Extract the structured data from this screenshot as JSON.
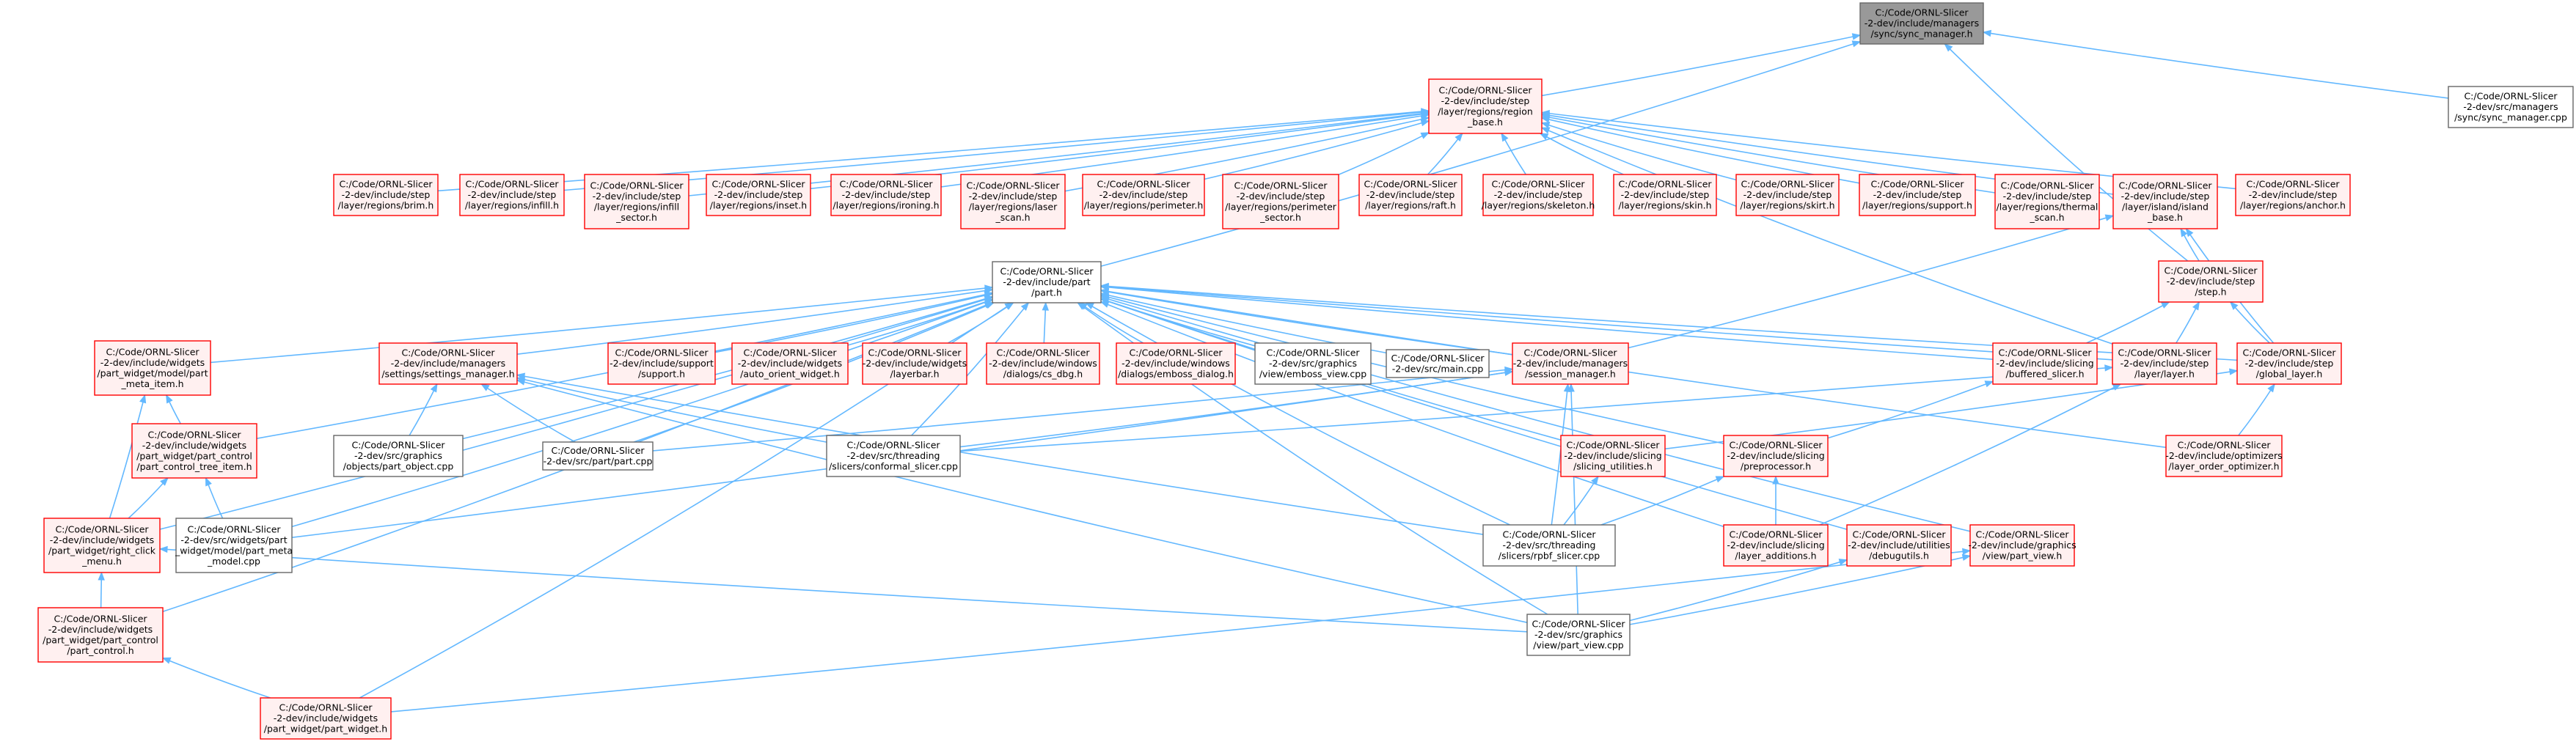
{
  "graph": {
    "root_id": "sync_manager_h",
    "colors": {
      "edge": "#63B8FF",
      "red_border": "#FF0000",
      "red_fill": "#FFF0F0",
      "gray_border": "#666666",
      "root_fill": "#999999"
    },
    "nodes": [
      {
        "id": "sync_manager_h",
        "style": "root",
        "lines": [
          "C:/Code/ORNL-Slicer",
          "-2-dev/include/managers",
          "/sync/sync_manager.h"
        ]
      },
      {
        "id": "sync_manager_cpp",
        "style": "gray",
        "lines": [
          "C:/Code/ORNL-Slicer",
          "-2-dev/src/managers",
          "/sync/sync_manager.cpp"
        ]
      },
      {
        "id": "region_base_h",
        "style": "red",
        "lines": [
          "C:/Code/ORNL-Slicer",
          "-2-dev/include/step",
          "/layer/regions/region",
          "_base.h"
        ]
      },
      {
        "id": "brim_h",
        "style": "red",
        "lines": [
          "C:/Code/ORNL-Slicer",
          "-2-dev/include/step",
          "/layer/regions/brim.h"
        ]
      },
      {
        "id": "infill_h",
        "style": "red",
        "lines": [
          "C:/Code/ORNL-Slicer",
          "-2-dev/include/step",
          "/layer/regions/infill.h"
        ]
      },
      {
        "id": "infill_sector_h",
        "style": "red",
        "lines": [
          "C:/Code/ORNL-Slicer",
          "-2-dev/include/step",
          "/layer/regions/infill",
          "_sector.h"
        ]
      },
      {
        "id": "inset_h",
        "style": "red",
        "lines": [
          "C:/Code/ORNL-Slicer",
          "-2-dev/include/step",
          "/layer/regions/inset.h"
        ]
      },
      {
        "id": "ironing_h",
        "style": "red",
        "lines": [
          "C:/Code/ORNL-Slicer",
          "-2-dev/include/step",
          "/layer/regions/ironing.h"
        ]
      },
      {
        "id": "laser_scan_h",
        "style": "red",
        "lines": [
          "C:/Code/ORNL-Slicer",
          "-2-dev/include/step",
          "/layer/regions/laser",
          "_scan.h"
        ]
      },
      {
        "id": "perimeter_h",
        "style": "red",
        "lines": [
          "C:/Code/ORNL-Slicer",
          "-2-dev/include/step",
          "/layer/regions/perimeter.h"
        ]
      },
      {
        "id": "perimeter_sector_h",
        "style": "red",
        "lines": [
          "C:/Code/ORNL-Slicer",
          "-2-dev/include/step",
          "/layer/regions/perimeter",
          "_sector.h"
        ]
      },
      {
        "id": "raft_h",
        "style": "red",
        "lines": [
          "C:/Code/ORNL-Slicer",
          "-2-dev/include/step",
          "/layer/regions/raft.h"
        ]
      },
      {
        "id": "skeleton_h",
        "style": "red",
        "lines": [
          "C:/Code/ORNL-Slicer",
          "-2-dev/include/step",
          "/layer/regions/skeleton.h"
        ]
      },
      {
        "id": "skin_h",
        "style": "red",
        "lines": [
          "C:/Code/ORNL-Slicer",
          "-2-dev/include/step",
          "/layer/regions/skin.h"
        ]
      },
      {
        "id": "skirt_h",
        "style": "red",
        "lines": [
          "C:/Code/ORNL-Slicer",
          "-2-dev/include/step",
          "/layer/regions/skirt.h"
        ]
      },
      {
        "id": "support_region_h",
        "style": "red",
        "lines": [
          "C:/Code/ORNL-Slicer",
          "-2-dev/include/step",
          "/layer/regions/support.h"
        ]
      },
      {
        "id": "thermal_scan_h",
        "style": "red",
        "lines": [
          "C:/Code/ORNL-Slicer",
          "-2-dev/include/step",
          "/layer/regions/thermal",
          "_scan.h"
        ]
      },
      {
        "id": "island_base_h",
        "style": "red",
        "lines": [
          "C:/Code/ORNL-Slicer",
          "-2-dev/include/step",
          "/layer/island/island",
          "_base.h"
        ]
      },
      {
        "id": "anchor_h",
        "style": "red",
        "lines": [
          "C:/Code/ORNL-Slicer",
          "-2-dev/include/step",
          "/layer/regions/anchor.h"
        ]
      },
      {
        "id": "part_h",
        "style": "gray",
        "lines": [
          "C:/Code/ORNL-Slicer",
          "-2-dev/include/part",
          "/part.h"
        ]
      },
      {
        "id": "step_h",
        "style": "red",
        "lines": [
          "C:/Code/ORNL-Slicer",
          "-2-dev/include/step",
          "/step.h"
        ]
      },
      {
        "id": "part_meta_item_h",
        "style": "red",
        "lines": [
          "C:/Code/ORNL-Slicer",
          "-2-dev/include/widgets",
          "/part_widget/model/part",
          "_meta_item.h"
        ]
      },
      {
        "id": "settings_manager_h",
        "style": "red",
        "lines": [
          "C:/Code/ORNL-Slicer",
          "-2-dev/include/managers",
          "/settings/settings_manager.h"
        ]
      },
      {
        "id": "support_h",
        "style": "red",
        "lines": [
          "C:/Code/ORNL-Slicer",
          "-2-dev/include/support",
          "/support.h"
        ]
      },
      {
        "id": "auto_orient_widget_h",
        "style": "red",
        "lines": [
          "C:/Code/ORNL-Slicer",
          "-2-dev/include/widgets",
          "/auto_orient_widget.h"
        ]
      },
      {
        "id": "layerbar_h",
        "style": "red",
        "lines": [
          "C:/Code/ORNL-Slicer",
          "-2-dev/include/widgets",
          "/layerbar.h"
        ]
      },
      {
        "id": "cs_dbg_h",
        "style": "red",
        "lines": [
          "C:/Code/ORNL-Slicer",
          "-2-dev/include/windows",
          "/dialogs/cs_dbg.h"
        ]
      },
      {
        "id": "emboss_dialog_h",
        "style": "red",
        "lines": [
          "C:/Code/ORNL-Slicer",
          "-2-dev/include/windows",
          "/dialogs/emboss_dialog.h"
        ]
      },
      {
        "id": "emboss_view_cpp",
        "style": "gray",
        "lines": [
          "C:/Code/ORNL-Slicer",
          "-2-dev/src/graphics",
          "/view/emboss_view.cpp"
        ]
      },
      {
        "id": "main_cpp",
        "style": "gray",
        "lines": [
          "C:/Code/ORNL-Slicer",
          "-2-dev/src/main.cpp"
        ]
      },
      {
        "id": "session_manager_h",
        "style": "red",
        "lines": [
          "C:/Code/ORNL-Slicer",
          "-2-dev/include/managers",
          "/session_manager.h"
        ]
      },
      {
        "id": "buffered_slicer_h",
        "style": "red",
        "lines": [
          "C:/Code/ORNL-Slicer",
          "-2-dev/include/slicing",
          "/buffered_slicer.h"
        ]
      },
      {
        "id": "layer_h",
        "style": "red",
        "lines": [
          "C:/Code/ORNL-Slicer",
          "-2-dev/include/step",
          "/layer/layer.h"
        ]
      },
      {
        "id": "global_layer_h",
        "style": "red",
        "lines": [
          "C:/Code/ORNL-Slicer",
          "-2-dev/include/step",
          "/global_layer.h"
        ]
      },
      {
        "id": "part_control_tree_item_h",
        "style": "red",
        "lines": [
          "C:/Code/ORNL-Slicer",
          "-2-dev/include/widgets",
          "/part_widget/part_control",
          "/part_control_tree_item.h"
        ]
      },
      {
        "id": "part_object_cpp",
        "style": "gray",
        "lines": [
          "C:/Code/ORNL-Slicer",
          "-2-dev/src/graphics",
          "/objects/part_object.cpp"
        ]
      },
      {
        "id": "part_cpp",
        "style": "gray",
        "lines": [
          "C:/Code/ORNL-Slicer",
          "-2-dev/src/part/part.cpp"
        ]
      },
      {
        "id": "conformal_slicer_cpp",
        "style": "gray",
        "lines": [
          "C:/Code/ORNL-Slicer",
          "-2-dev/src/threading",
          "/slicers/conformal_slicer.cpp"
        ]
      },
      {
        "id": "slicing_utilities_h",
        "style": "red",
        "lines": [
          "C:/Code/ORNL-Slicer",
          "-2-dev/include/slicing",
          "/slicing_utilities.h"
        ]
      },
      {
        "id": "preprocessor_h",
        "style": "red",
        "lines": [
          "C:/Code/ORNL-Slicer",
          "-2-dev/include/slicing",
          "/preprocessor.h"
        ]
      },
      {
        "id": "layer_order_optimizer_h",
        "style": "red",
        "lines": [
          "C:/Code/ORNL-Slicer",
          "-2-dev/include/optimizers",
          "/layer_order_optimizer.h"
        ]
      },
      {
        "id": "right_click_menu_h",
        "style": "red",
        "lines": [
          "C:/Code/ORNL-Slicer",
          "-2-dev/include/widgets",
          "/part_widget/right_click",
          "_menu.h"
        ]
      },
      {
        "id": "part_meta_model_cpp",
        "style": "gray",
        "lines": [
          "C:/Code/ORNL-Slicer",
          "-2-dev/src/widgets/part",
          "_widget/model/part_meta",
          "_model.cpp"
        ]
      },
      {
        "id": "rpbf_slicer_cpp",
        "style": "gray",
        "lines": [
          "C:/Code/ORNL-Slicer",
          "-2-dev/src/threading",
          "/slicers/rpbf_slicer.cpp"
        ]
      },
      {
        "id": "layer_additions_h",
        "style": "red",
        "lines": [
          "C:/Code/ORNL-Slicer",
          "-2-dev/include/slicing",
          "/layer_additions.h"
        ]
      },
      {
        "id": "debugutils_h",
        "style": "red",
        "lines": [
          "C:/Code/ORNL-Slicer",
          "-2-dev/include/utilities",
          "/debugutils.h"
        ]
      },
      {
        "id": "part_view_h",
        "style": "red",
        "lines": [
          "C:/Code/ORNL-Slicer",
          "-2-dev/include/graphics",
          "/view/part_view.h"
        ]
      },
      {
        "id": "part_control_h",
        "style": "red",
        "lines": [
          "C:/Code/ORNL-Slicer",
          "-2-dev/include/widgets",
          "/part_widget/part_control",
          "/part_control.h"
        ]
      },
      {
        "id": "part_view_cpp",
        "style": "gray",
        "lines": [
          "C:/Code/ORNL-Slicer",
          "-2-dev/src/graphics",
          "/view/part_view.cpp"
        ]
      },
      {
        "id": "part_widget_h",
        "style": "red",
        "lines": [
          "C:/Code/ORNL-Slicer",
          "-2-dev/include/widgets",
          "/part_widget/part_widget.h"
        ]
      }
    ],
    "edges": [
      [
        "sync_manager_h",
        "sync_manager_cpp"
      ],
      [
        "sync_manager_h",
        "region_base_h"
      ],
      [
        "sync_manager_h",
        "part_h"
      ],
      [
        "sync_manager_h",
        "step_h"
      ],
      [
        "region_base_h",
        "brim_h"
      ],
      [
        "region_base_h",
        "infill_h"
      ],
      [
        "region_base_h",
        "infill_sector_h"
      ],
      [
        "region_base_h",
        "inset_h"
      ],
      [
        "region_base_h",
        "ironing_h"
      ],
      [
        "region_base_h",
        "laser_scan_h"
      ],
      [
        "region_base_h",
        "perimeter_h"
      ],
      [
        "region_base_h",
        "perimeter_sector_h"
      ],
      [
        "region_base_h",
        "raft_h"
      ],
      [
        "region_base_h",
        "skeleton_h"
      ],
      [
        "region_base_h",
        "skin_h"
      ],
      [
        "region_base_h",
        "skirt_h"
      ],
      [
        "region_base_h",
        "support_region_h"
      ],
      [
        "region_base_h",
        "thermal_scan_h"
      ],
      [
        "region_base_h",
        "island_base_h"
      ],
      [
        "region_base_h",
        "anchor_h"
      ],
      [
        "region_base_h",
        "layer_h"
      ],
      [
        "island_base_h",
        "step_h"
      ],
      [
        "island_base_h",
        "global_layer_h"
      ],
      [
        "island_base_h",
        "session_manager_h"
      ],
      [
        "step_h",
        "buffered_slicer_h"
      ],
      [
        "step_h",
        "layer_h"
      ],
      [
        "step_h",
        "global_layer_h"
      ],
      [
        "part_h",
        "part_meta_item_h"
      ],
      [
        "part_h",
        "settings_manager_h"
      ],
      [
        "part_h",
        "support_h"
      ],
      [
        "part_h",
        "auto_orient_widget_h"
      ],
      [
        "part_h",
        "layerbar_h"
      ],
      [
        "part_h",
        "cs_dbg_h"
      ],
      [
        "part_h",
        "emboss_dialog_h"
      ],
      [
        "part_h",
        "emboss_view_cpp"
      ],
      [
        "part_h",
        "main_cpp"
      ],
      [
        "part_h",
        "session_manager_h"
      ],
      [
        "part_h",
        "buffered_slicer_h"
      ],
      [
        "part_h",
        "layer_h"
      ],
      [
        "part_h",
        "global_layer_h"
      ],
      [
        "part_h",
        "part_control_tree_item_h"
      ],
      [
        "part_h",
        "part_object_cpp"
      ],
      [
        "part_h",
        "part_cpp"
      ],
      [
        "part_h",
        "conformal_slicer_cpp"
      ],
      [
        "part_h",
        "slicing_utilities_h"
      ],
      [
        "part_h",
        "preprocessor_h"
      ],
      [
        "part_h",
        "layer_order_optimizer_h"
      ],
      [
        "part_h",
        "right_click_menu_h"
      ],
      [
        "part_h",
        "part_meta_model_cpp"
      ],
      [
        "part_h",
        "rpbf_slicer_cpp"
      ],
      [
        "part_h",
        "layer_additions_h"
      ],
      [
        "part_h",
        "debugutils_h"
      ],
      [
        "part_h",
        "part_view_h"
      ],
      [
        "part_h",
        "part_control_h"
      ],
      [
        "part_h",
        "part_view_cpp"
      ],
      [
        "part_h",
        "part_widget_h"
      ],
      [
        "part_meta_item_h",
        "part_control_tree_item_h"
      ],
      [
        "part_meta_item_h",
        "right_click_menu_h"
      ],
      [
        "settings_manager_h",
        "part_object_cpp"
      ],
      [
        "settings_manager_h",
        "part_cpp"
      ],
      [
        "settings_manager_h",
        "conformal_slicer_cpp"
      ],
      [
        "settings_manager_h",
        "rpbf_slicer_cpp"
      ],
      [
        "settings_manager_h",
        "part_view_cpp"
      ],
      [
        "session_manager_h",
        "part_cpp"
      ],
      [
        "session_manager_h",
        "conformal_slicer_cpp"
      ],
      [
        "session_manager_h",
        "rpbf_slicer_cpp"
      ],
      [
        "session_manager_h",
        "part_view_cpp"
      ],
      [
        "session_manager_h",
        "part_meta_model_cpp"
      ],
      [
        "buffered_slicer_h",
        "preprocessor_h"
      ],
      [
        "layer_h",
        "conformal_slicer_cpp"
      ],
      [
        "layer_h",
        "layer_additions_h"
      ],
      [
        "global_layer_h",
        "layer_order_optimizer_h"
      ],
      [
        "global_layer_h",
        "slicing_utilities_h"
      ],
      [
        "part_control_tree_item_h",
        "right_click_menu_h"
      ],
      [
        "part_control_tree_item_h",
        "part_meta_model_cpp"
      ],
      [
        "slicing_utilities_h",
        "rpbf_slicer_cpp"
      ],
      [
        "preprocessor_h",
        "rpbf_slicer_cpp"
      ],
      [
        "preprocessor_h",
        "layer_additions_h"
      ],
      [
        "right_click_menu_h",
        "part_control_h"
      ],
      [
        "right_click_menu_h",
        "part_view_cpp"
      ],
      [
        "debugutils_h",
        "part_view_cpp"
      ],
      [
        "part_view_h",
        "part_view_cpp"
      ],
      [
        "part_view_h",
        "part_widget_h"
      ],
      [
        "part_control_h",
        "part_widget_h"
      ]
    ]
  }
}
